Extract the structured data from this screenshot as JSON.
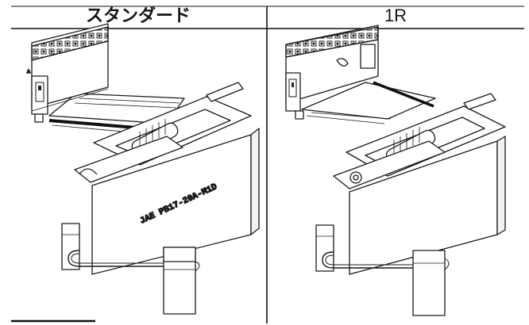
{
  "headers": {
    "left": "スタンダード",
    "right": "1R"
  },
  "left_panel": {
    "engraving": "JAE PB17-20A-M1D",
    "pin1_marker": "▲"
  }
}
